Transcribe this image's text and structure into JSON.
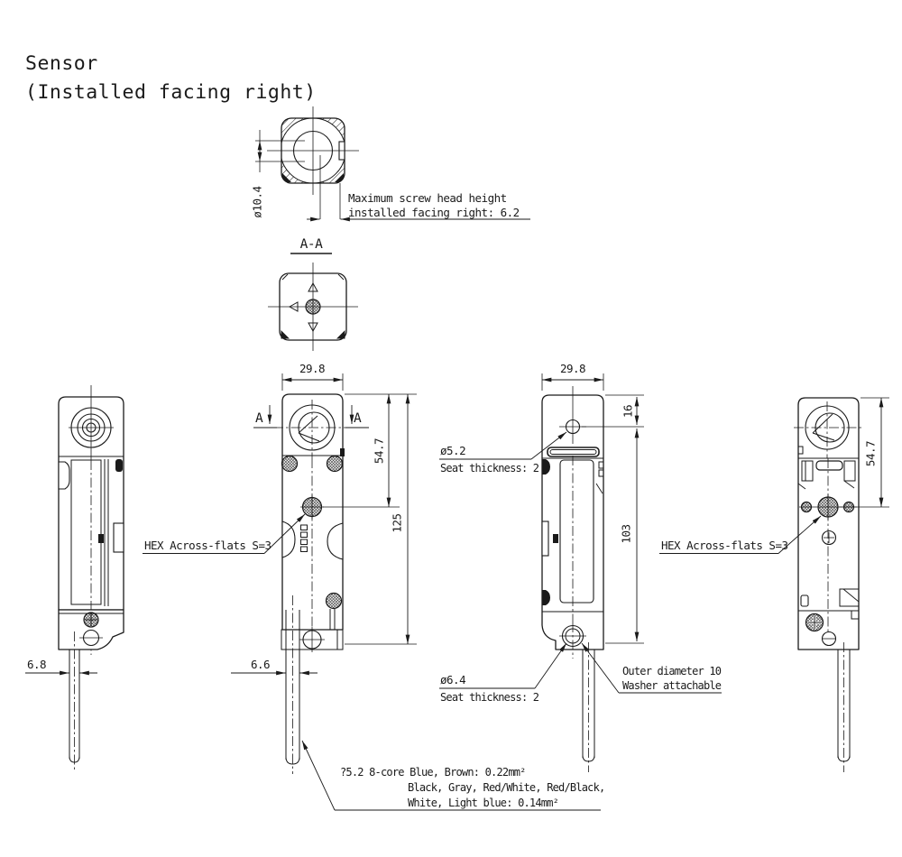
{
  "colors": {
    "ink": "#1a1a1a",
    "paper": "#ffffff"
  },
  "title": {
    "line1": "Sensor",
    "line2": "(Installed facing right)"
  },
  "section_view": {
    "label": "A-A",
    "lens_diameter": "ø10.4",
    "screw_note_line1": "Maximum screw head height",
    "screw_note_line2": "installed facing right: 6.2"
  },
  "front_view": {
    "section_marker_left": "A",
    "section_marker_right": "A",
    "width": "29.8",
    "head_height": "54.7",
    "total_height": "125",
    "hex_note": "HEX Across-flats S=3",
    "cable_diameter": "6.6"
  },
  "left_view": {
    "cable_diameter": "6.8"
  },
  "rear_view": {
    "width": "29.8",
    "top_hole_offset": "16",
    "hole_span": "103",
    "top_hole_diameter": "ø5.2",
    "top_hole_seat": "Seat thickness: 2",
    "bottom_hole_diameter": "ø6.4",
    "bottom_hole_seat": "Seat thickness: 2",
    "washer_note_line1": "Outer diameter 10",
    "washer_note_line2": "Washer attachable"
  },
  "right_view": {
    "head_height": "54.7",
    "hex_note": "HEX Across-flats S=3"
  },
  "cable_note": {
    "line1": "?5.2 8-core Blue, Brown: 0.22mm²",
    "line2": "Black, Gray, Red/White, Red/Black,",
    "line3": "White, Light blue: 0.14mm²"
  }
}
